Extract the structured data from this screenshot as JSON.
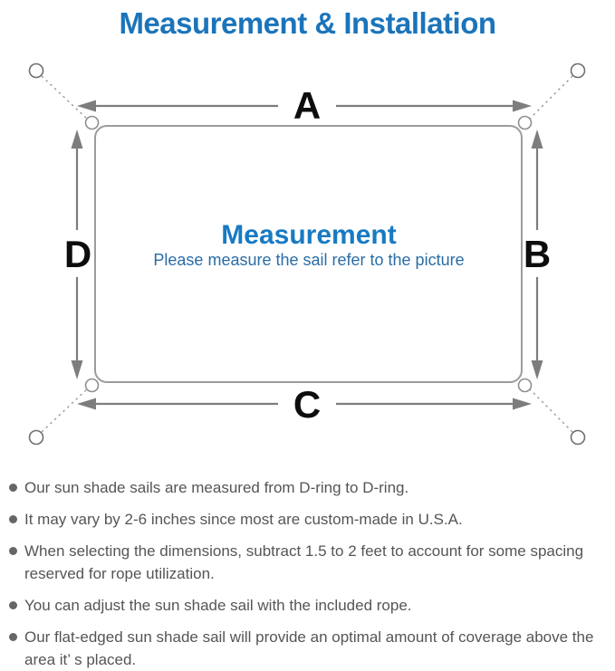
{
  "header": {
    "title": "Measurement & Installation"
  },
  "diagram": {
    "side_labels": {
      "top": "A",
      "right": "B",
      "bottom": "C",
      "left": "D"
    },
    "center": {
      "title": "Measurement",
      "subtitle": "Please measure the sail refer to the picture"
    }
  },
  "notes": {
    "items": [
      "Our sun shade sails are measured from D-ring to D-ring.",
      "It may vary by 2-6 inches since most are custom-made in U.S.A.",
      "When selecting the dimensions, subtract 1.5 to 2 feet to account for some spacing reserved for rope utilization.",
      "You can adjust the sun shade sail with the included rope.",
      "Our flat-edged sun shade sail will provide an optimal amount of coverage above the area it’ s placed."
    ]
  },
  "colors": {
    "title_blue": "#1b74ba",
    "center_blue": "#187ac2",
    "subtitle_blue": "#2a6ca6",
    "line_gray": "#7d7d7d",
    "edge_gray": "#9c9c9c",
    "text_gray": "#555555"
  }
}
